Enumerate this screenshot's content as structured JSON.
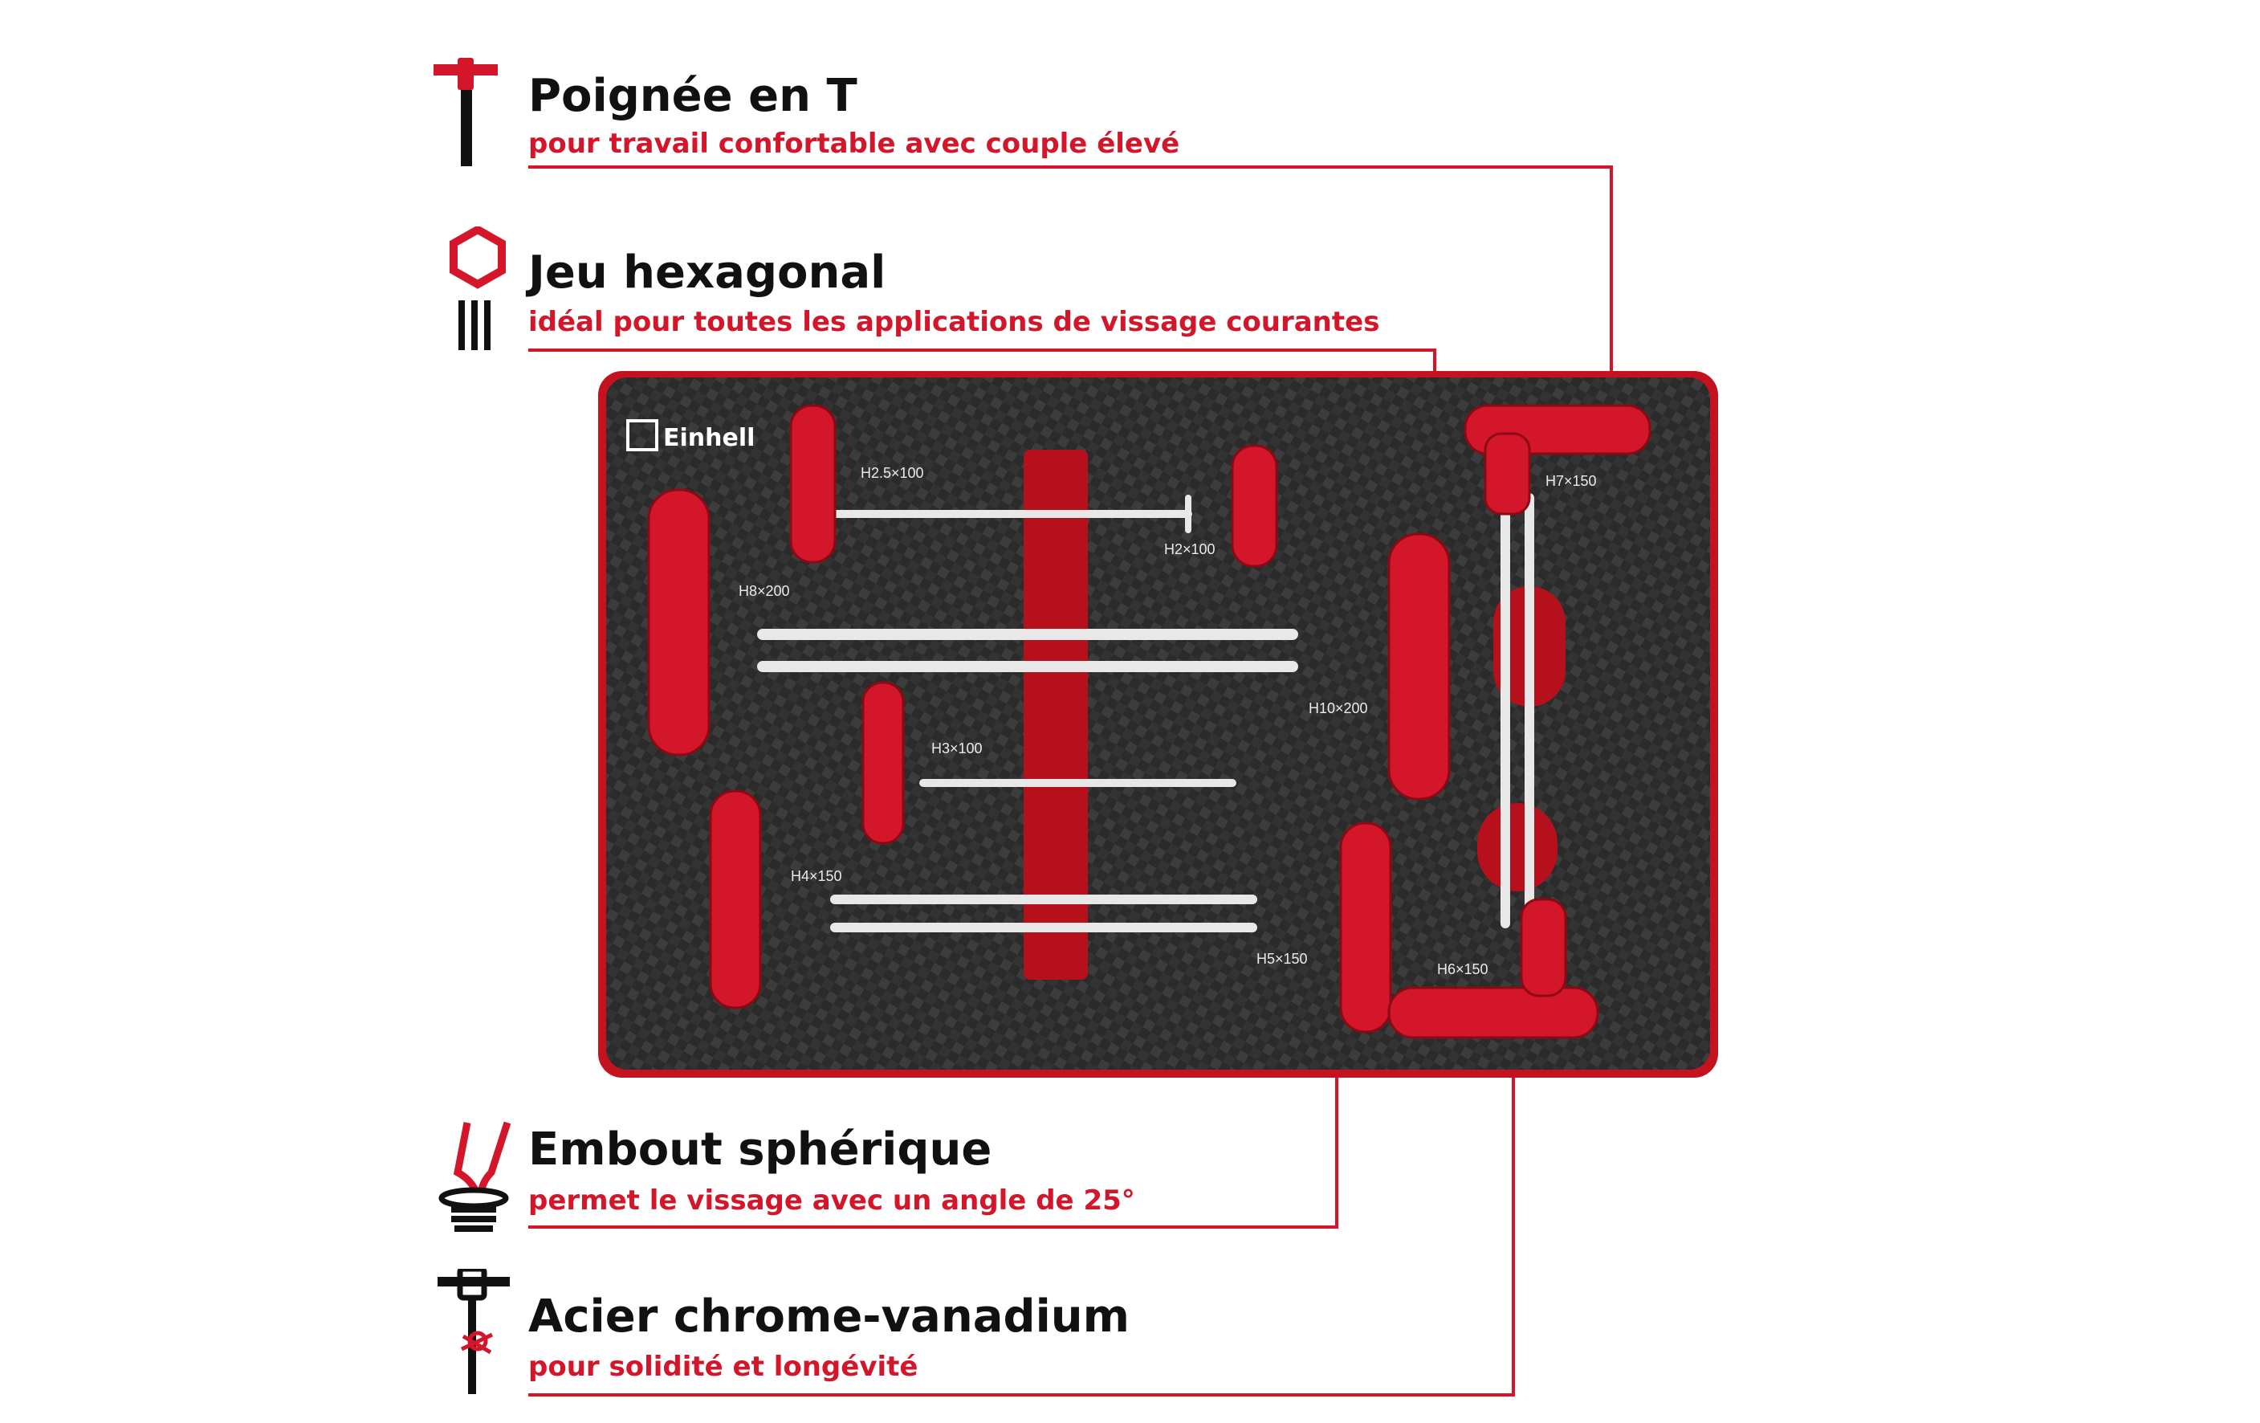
{
  "features": [
    {
      "title": "Poignée en T",
      "subtitle": "pour travail confortable avec couple élevé",
      "icon": "t-handle-icon"
    },
    {
      "title": "Jeu hexagonal",
      "subtitle": "idéal pour toutes les applications de vissage courantes",
      "icon": "hexagon-set-icon"
    },
    {
      "title": "Embout sphérique",
      "subtitle": "permet le vissage avec un angle de 25°",
      "icon": "ball-end-icon"
    },
    {
      "title": "Acier chrome-vanadium",
      "subtitle": "pour solidité et longévité",
      "icon": "chrome-vanadium-icon"
    }
  ],
  "tray": {
    "brand": "Einhell",
    "sizes": [
      "H2.5×100",
      "H2×100",
      "H8×200",
      "H10×200",
      "H7×150",
      "H3×100",
      "H4×150",
      "H5×150",
      "H6×150"
    ]
  },
  "colors": {
    "accent": "#d3162a",
    "dark": "#111111",
    "tray": "#2a2a2a"
  }
}
